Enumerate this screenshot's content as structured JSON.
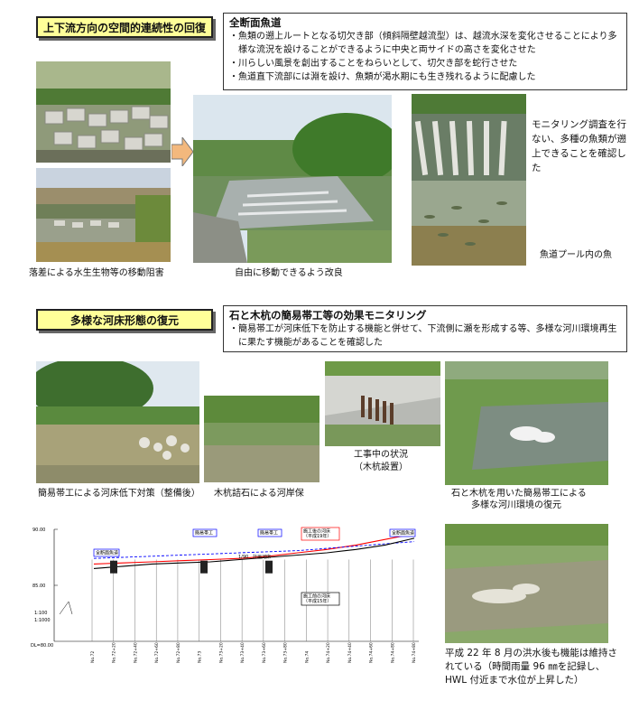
{
  "section1": {
    "title": "上下流方向の空間的連続性の回復",
    "desc_head": "全断面魚道",
    "bullets": [
      "・魚類の遡上ルートとなる切欠き部（傾斜隔壁越流型）は、越流水深を変化させることにより多様な流況を設けることができるように中央と両サイドの高さを変化させた",
      "・川らしい風景を創出することをねらいとして、切欠き部を蛇行させた",
      "・魚道直下流部には淵を設け、魚類が渇水期にも生き残れるように配慮した"
    ],
    "cap_before": "落差による水生生物等の移動阻害",
    "cap_after": "自由に移動できるよう改良",
    "monitor_text": "モニタリング調査を行ない、多種の魚類が遡上できることを確認した",
    "cap_fish": "魚道プール内の魚"
  },
  "section2": {
    "title": "多様な河床形態の復元",
    "desc_head": "石と木杭の簡易帯工等の効果モニタリング",
    "bullets": [
      "・簡易帯工が河床低下を防止する機能と併せて、下流側に瀬を形成する等、多様な河川環境再生に果たす機能があることを確認した"
    ],
    "cap1": "簡易帯工による河床低下対策（整備後）",
    "cap2": "木杭詰石による河岸保",
    "cap3_line1": "工事中の状況",
    "cap3_line2": "（木杭設置）",
    "cap4_line1": "石と木杭を用いた簡易帯工による",
    "cap4_line2": "多様な河川環境の復元",
    "flood_text": "平成 22 年 8 月の洪水後も機能は維持されている（時間雨量 96 ㎜を記録し、HWL 付近まで水位が上昇した）"
  },
  "chart_data": {
    "type": "line",
    "title": "",
    "xlabel": "",
    "ylabel": "",
    "y_ticks": [
      "90.00",
      "85.00"
    ],
    "x_ticks": [
      "No.72",
      "No.72+20",
      "No.72+40",
      "No.72+60",
      "No.72+80",
      "No.73",
      "No.73+20",
      "No.73+40",
      "No.73+60",
      "No.73+80",
      "No.74",
      "No.74+20",
      "No.74+40",
      "No.74+60",
      "No.74+80",
      "No.74+80"
    ],
    "labels": {
      "fishway_left": "全断面魚道",
      "fishway_right": "全断面魚道",
      "band1": "簡易帯工",
      "band2": "簡易帯工",
      "after_box_line1": "施工後の河床",
      "after_box_line2": "（平成19年）",
      "before_box_line1": "施工前の河床",
      "before_box_line2": "（平成15年）",
      "slope_label": "計画河床",
      "slope": "1/90",
      "scale_v": "1:100",
      "scale_h": "1:1000",
      "datum": "DL=80.00"
    },
    "series": [
      {
        "color": "#ff0000",
        "values": [
          86.9,
          87.0,
          87.1,
          87.2,
          87.3,
          87.4,
          87.6,
          87.9,
          88.2,
          88.6,
          89.1,
          89.6
        ]
      },
      {
        "color": "#0000ff",
        "values": [
          87.4,
          87.5,
          87.6,
          87.7,
          87.8,
          87.9,
          88.0,
          88.1,
          88.3,
          88.5,
          88.7,
          88.9
        ]
      },
      {
        "color": "#000000",
        "values": [
          86.5,
          86.7,
          86.9,
          87.0,
          87.1,
          87.3,
          87.5,
          87.7,
          87.9,
          88.2,
          88.6,
          89.2
        ]
      }
    ]
  }
}
